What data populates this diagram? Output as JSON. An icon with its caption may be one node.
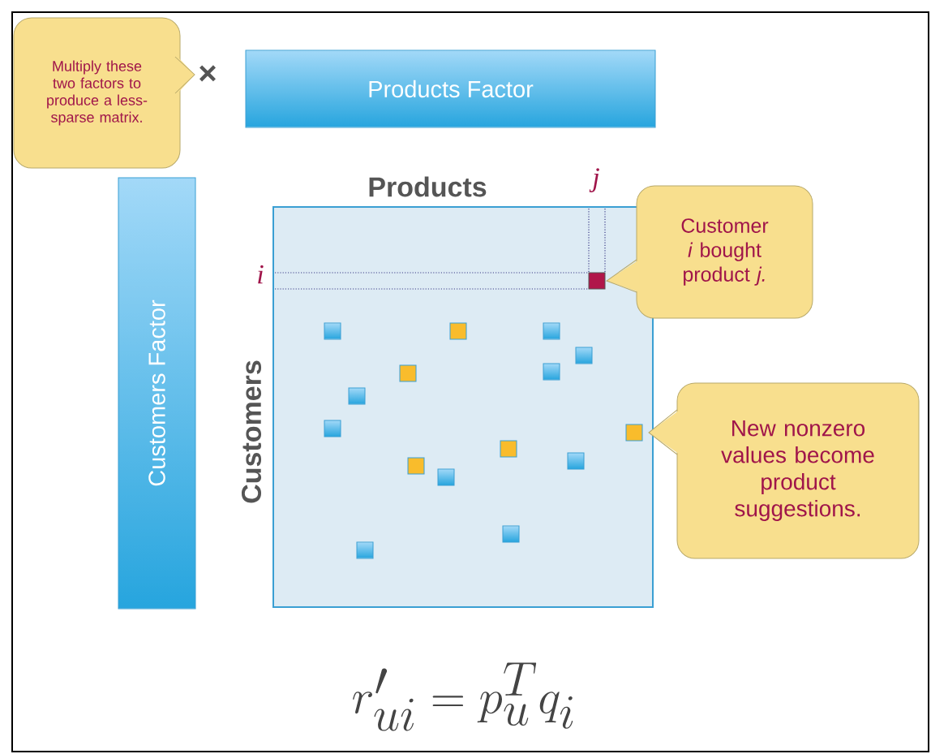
{
  "diagram": {
    "nodes": [
      {
        "text": [
          "Multiply these two factors to produce a less-sparse matrix."
        ]
      },
      {
        "text": [
          "Products Factor"
        ]
      },
      {
        "text": [
          "Customers Factor"
        ]
      },
      {
        "text": [
          "Products",
          "Customers"
        ]
      },
      {
        "text": [
          "Customer *i* bought product *j.*"
        ]
      },
      {
        "text": [
          "New nonzero values become product suggestions."
        ]
      }
    ],
    "labels": [
      "×",
      "j",
      "i",
      "r'_{ui} = p_u^{T} q_i"
    ]
  }
}
